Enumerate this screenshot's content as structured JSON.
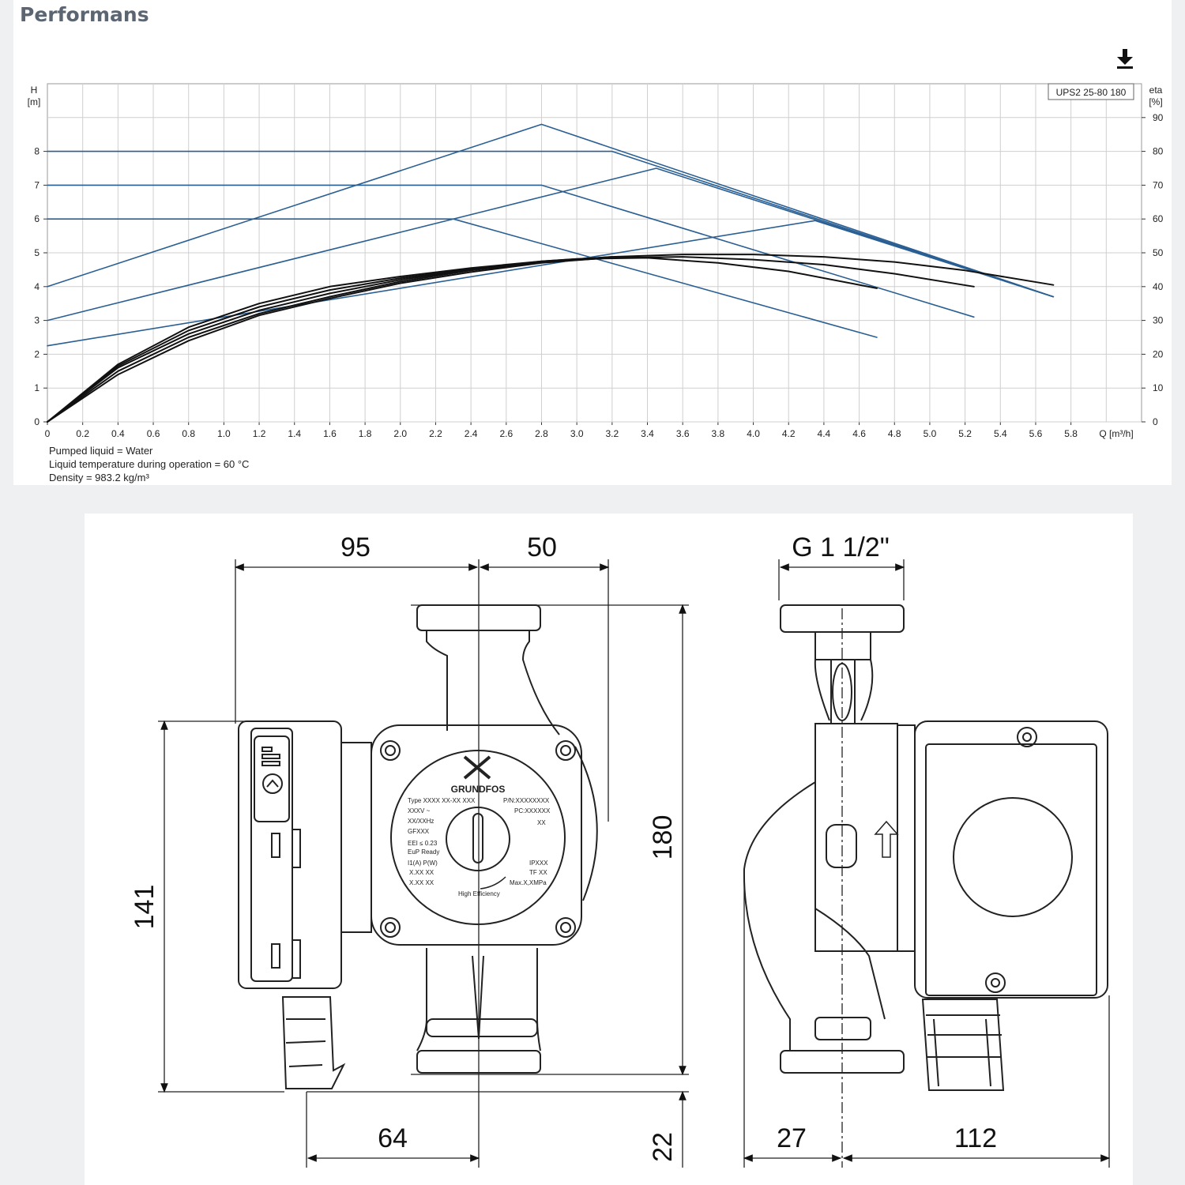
{
  "section_title": "Performans",
  "download_icon": "download-icon",
  "chart_data": {
    "type": "line",
    "title": "",
    "model_label": "UPS2 25-80 180",
    "xlabel": "Q [m³/h]",
    "ylabel_left_name": "H",
    "ylabel_left_unit": "[m]",
    "ylabel_right_name": "eta",
    "ylabel_right_unit": "[%]",
    "xlim": [
      0,
      6.2
    ],
    "ylim_left": [
      0,
      10
    ],
    "ylim_right": [
      0,
      100
    ],
    "grid": true,
    "x_ticks": [
      "0",
      "0.2",
      "0.4",
      "0.6",
      "0.8",
      "1.0",
      "1.2",
      "1.4",
      "1.6",
      "1.8",
      "2.0",
      "2.2",
      "2.4",
      "2.6",
      "2.8",
      "3.0",
      "3.2",
      "3.4",
      "3.6",
      "3.8",
      "4.0",
      "4.2",
      "4.4",
      "4.6",
      "4.8",
      "5.0",
      "5.2",
      "5.4",
      "5.6",
      "5.8"
    ],
    "y_ticks_left": [
      "0",
      "1",
      "2",
      "3",
      "4",
      "5",
      "6",
      "7",
      "8"
    ],
    "y_ticks_right": [
      "0",
      "10",
      "20",
      "30",
      "40",
      "50",
      "60",
      "70",
      "80",
      "90"
    ],
    "series": [
      {
        "axis": "left",
        "color": "#2a5f93",
        "x": [
          0,
          3.2,
          5.7
        ],
        "y": [
          8.0,
          8.0,
          3.7
        ]
      },
      {
        "axis": "left",
        "color": "#2a5f93",
        "x": [
          0,
          2.8,
          5.25
        ],
        "y": [
          7.0,
          7.0,
          3.1
        ]
      },
      {
        "axis": "left",
        "color": "#2a5f93",
        "x": [
          0,
          2.3,
          4.7
        ],
        "y": [
          6.0,
          6.0,
          2.5
        ]
      },
      {
        "axis": "left",
        "color": "#2a5f93",
        "x": [
          0,
          2.8,
          5.7
        ],
        "y": [
          4.0,
          8.8,
          3.7
        ]
      },
      {
        "axis": "left",
        "color": "#2a5f93",
        "x": [
          0,
          3.45,
          5.7
        ],
        "y": [
          3.0,
          7.5,
          3.7
        ]
      },
      {
        "axis": "left",
        "color": "#2a5f93",
        "x": [
          0,
          4.35,
          5.7
        ],
        "y": [
          2.25,
          5.95,
          3.7
        ]
      },
      {
        "axis": "right",
        "color": "#111111",
        "x": [
          0,
          0.4,
          0.8,
          1.2,
          1.6,
          2.0,
          2.4,
          2.8,
          3.2,
          3.6,
          4.0,
          4.4,
          4.8,
          5.2,
          5.7
        ],
        "y": [
          0,
          16,
          26,
          33,
          38,
          42,
          45,
          47.5,
          48.8,
          49.5,
          49.5,
          48.8,
          47.3,
          44.8,
          40.5
        ]
      },
      {
        "axis": "right",
        "color": "#111111",
        "x": [
          0,
          0.4,
          0.8,
          1.2,
          1.6,
          2.0,
          2.4,
          2.8,
          3.2,
          3.6,
          4.0,
          4.4,
          4.8,
          5.25
        ],
        "y": [
          0,
          16.5,
          27,
          34,
          39,
          42.5,
          45.2,
          47.3,
          48.5,
          48.8,
          48,
          46.5,
          43.8,
          40
        ]
      },
      {
        "axis": "right",
        "color": "#111111",
        "x": [
          0,
          0.4,
          0.8,
          1.2,
          1.6,
          2.0,
          2.4,
          2.8,
          3.0,
          3.4,
          3.8,
          4.2,
          4.7
        ],
        "y": [
          0,
          17,
          28,
          35,
          40,
          43,
          45.5,
          47.5,
          48.2,
          48.5,
          47,
          44.5,
          39.5
        ]
      },
      {
        "axis": "right",
        "color": "#111111",
        "x": [
          0,
          0.4,
          0.8,
          1.2,
          1.6,
          2.0,
          2.4,
          2.8,
          3.2
        ],
        "y": [
          0,
          15,
          25,
          32,
          37,
          41.5,
          44.8,
          47.2,
          48.8
        ]
      },
      {
        "axis": "right",
        "color": "#111111",
        "x": [
          0,
          0.4,
          0.8,
          1.2,
          1.6,
          2.0,
          2.4,
          2.8,
          3.2
        ],
        "y": [
          0,
          14,
          24,
          31.5,
          36.5,
          41,
          44.3,
          47,
          48.6
        ]
      }
    ]
  },
  "conditions": [
    "Pumped liquid = Water",
    "Liquid temperature during operation = 60 °C",
    "Density = 983.2 kg/m³"
  ],
  "drawing": {
    "dimensions": {
      "d95": "95",
      "d50": "50",
      "g_thread": "G 1 1/2\"",
      "d141": "141",
      "d180": "180",
      "d64": "64",
      "d22": "22",
      "d27": "27",
      "d112": "112"
    },
    "logo_text": "GRUNDFOS",
    "nameplate": {
      "type_line": "Type XXXX XX-XX XXX",
      "pn_line": "P/N:XXXXXXXX",
      "volt_line": "XXXV ~",
      "pc_line": "PC:XXXXXX",
      "freq_line": "XX/XXHz",
      "xx_badge": "XX",
      "gf_line": "GFXXX",
      "eei_line": "EEI ≤ 0.23",
      "eup_line": "EuP Ready",
      "current_header": "I1(A)  P(W)",
      "row1": "X.XX   XX",
      "row2": "X.XX   XX",
      "ip_line": "IPXXX",
      "tf_line": "TF XX",
      "pressure_line": "Max.X,XMPa",
      "efficiency_line": "High Efficiency"
    }
  }
}
